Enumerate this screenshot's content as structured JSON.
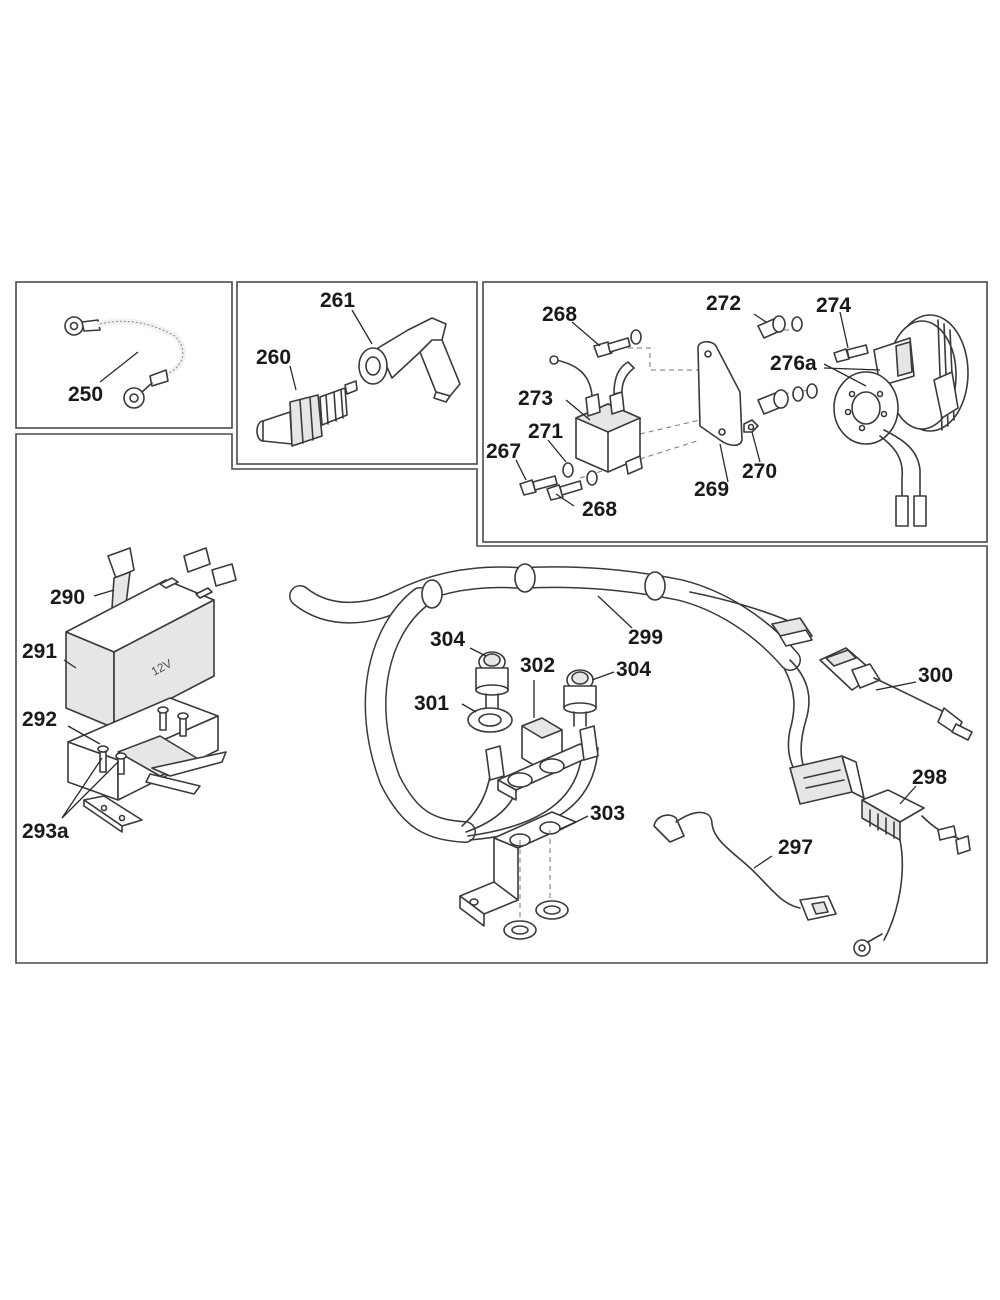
{
  "diagram": {
    "labels": {
      "p250": "250",
      "p260": "260",
      "p261": "261",
      "p267": "267",
      "p268a": "268",
      "p268b": "268",
      "p269": "269",
      "p270": "270",
      "p271": "271",
      "p272": "272",
      "p273": "273",
      "p274": "274",
      "p276a": "276a",
      "p290": "290",
      "p291": "291",
      "p292": "292",
      "p293a": "293a",
      "p297": "297",
      "p298": "298",
      "p299": "299",
      "p300": "300",
      "p301": "301",
      "p302": "302",
      "p303": "303",
      "p304a": "304",
      "p304b": "304"
    },
    "battery_marking": "12V",
    "colors": {
      "line": "#3a3a3a",
      "fill": "#ffffff",
      "shade": "#e6e6e6"
    }
  }
}
